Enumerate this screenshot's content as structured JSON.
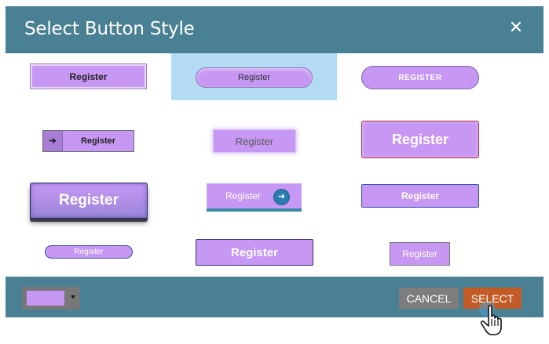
{
  "dialog": {
    "title": "Select Button Style",
    "close_icon": "close-icon (×)"
  },
  "buttons": {
    "r1c1": "Register",
    "r1c2": "Register",
    "r1c3": "REGISTER",
    "r2c1": "Register",
    "r2c1_icon": "arrow-right-icon",
    "r2c2": "Register",
    "r2c3": "Register",
    "r3c1": "Register",
    "r3c2": "Register",
    "r3c2_icon": "arrow-circle-icon",
    "r3c3": "Register",
    "r4c1": "Register",
    "r4c2": "Register",
    "r4c3": "Register",
    "selected": "r1c2"
  },
  "footer": {
    "color_value": "#c797f4",
    "cancel_label": "CANCEL",
    "select_label": "SELECT"
  },
  "colors": {
    "header_bg": "#4a8093",
    "button_purple": "#c797f4",
    "selected_bg": "#b3dcf4",
    "select_button": "#c25b25",
    "cancel_button": "#7d7d7d"
  }
}
